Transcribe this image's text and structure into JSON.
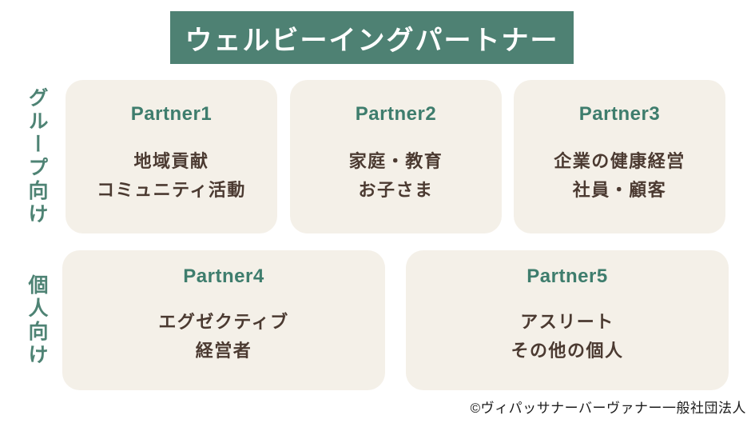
{
  "title": "ウェルビーイングパートナー",
  "colors": {
    "banner_background": "#4e8173",
    "card_background": "#f4f0e8",
    "card_title_green": "#3e7d6d",
    "card_text_brown": "#4b3a31",
    "row_label_green": "#4e8374",
    "page_background": "#ffffff",
    "title_text": "#ffffff",
    "footer_text": "#1a1a1a"
  },
  "rows": [
    {
      "label": "グループ向け",
      "cards": [
        {
          "title": "Partner1",
          "lines": [
            "地域貢献",
            "コミュニティ活動"
          ]
        },
        {
          "title": "Partner2",
          "lines": [
            "家庭・教育",
            "お子さま"
          ]
        },
        {
          "title": "Partner3",
          "lines": [
            "企業の健康経営",
            "社員・顧客"
          ]
        }
      ]
    },
    {
      "label": "個人向け",
      "cards": [
        {
          "title": "Partner4",
          "lines": [
            "エグゼクティブ",
            "経営者"
          ]
        },
        {
          "title": "Partner5",
          "lines": [
            "アスリート",
            "その他の個人"
          ]
        }
      ]
    }
  ],
  "footer": "©ヴィパッサナーバーヴァナー一般社団法人"
}
